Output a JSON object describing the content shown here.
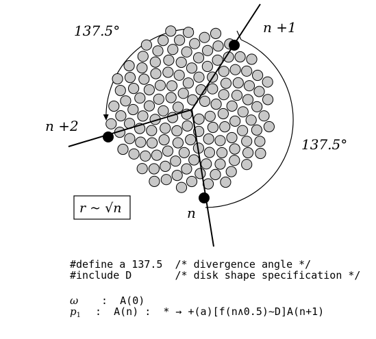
{
  "diagram": {
    "angle_label_top": "137.5°",
    "angle_label_right": "137.5°",
    "label_n_plus_1": "n +1",
    "label_n_plus_2": "n +2",
    "label_n": "n",
    "formula_box": "r ~ √n",
    "disk_fill": "#c8c8c8",
    "marker_color": "#000000"
  },
  "code": {
    "define_line": "#define a 137.5  /* divergence angle */",
    "include_line": "#include D       /* disk shape specification */",
    "axiom_label": "ω",
    "axiom_text": "  :  A(0)",
    "prod_label": "p",
    "prod_sub": "1",
    "prod_text": " :  A(n) :  * → +(a)[f(n∧0.5)∼D]A(n+1)"
  }
}
